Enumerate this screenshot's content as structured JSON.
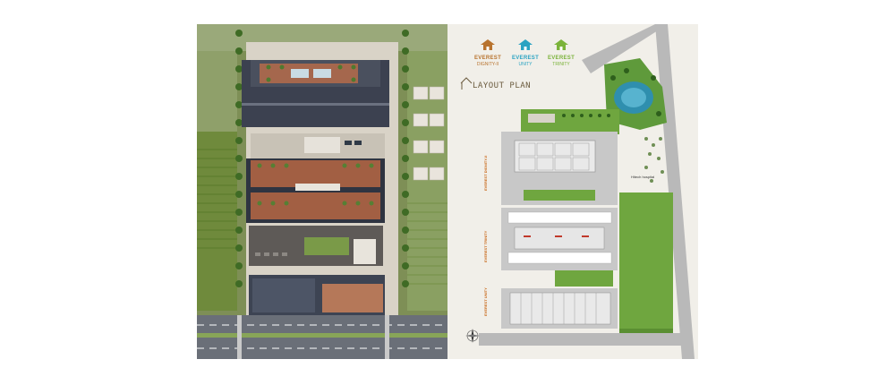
{
  "brochure": {
    "layout_title": "LAYOUT PLAN",
    "brands": [
      {
        "name_top": "EVEREST",
        "name_bottom": "DIGNITY-II",
        "color": "#b8732e"
      },
      {
        "name_top": "EVEREST",
        "name_bottom": "UNITY",
        "color": "#2aa3c2"
      },
      {
        "name_top": "EVEREST",
        "name_bottom": "TRINITY",
        "color": "#7bb33a"
      }
    ],
    "plan_labels": {
      "wing_dignity": "EVEREST DIGNITY-II",
      "wing_trinity": "EVEREST TRINITY",
      "wing_unity": "EVEREST UNITY",
      "hospital": "Hitech hospital"
    },
    "colors": {
      "lawn": "#6fa63f",
      "road": "#b9b9b9",
      "building": "#8c8c8c",
      "accent": "#c0392b"
    }
  }
}
